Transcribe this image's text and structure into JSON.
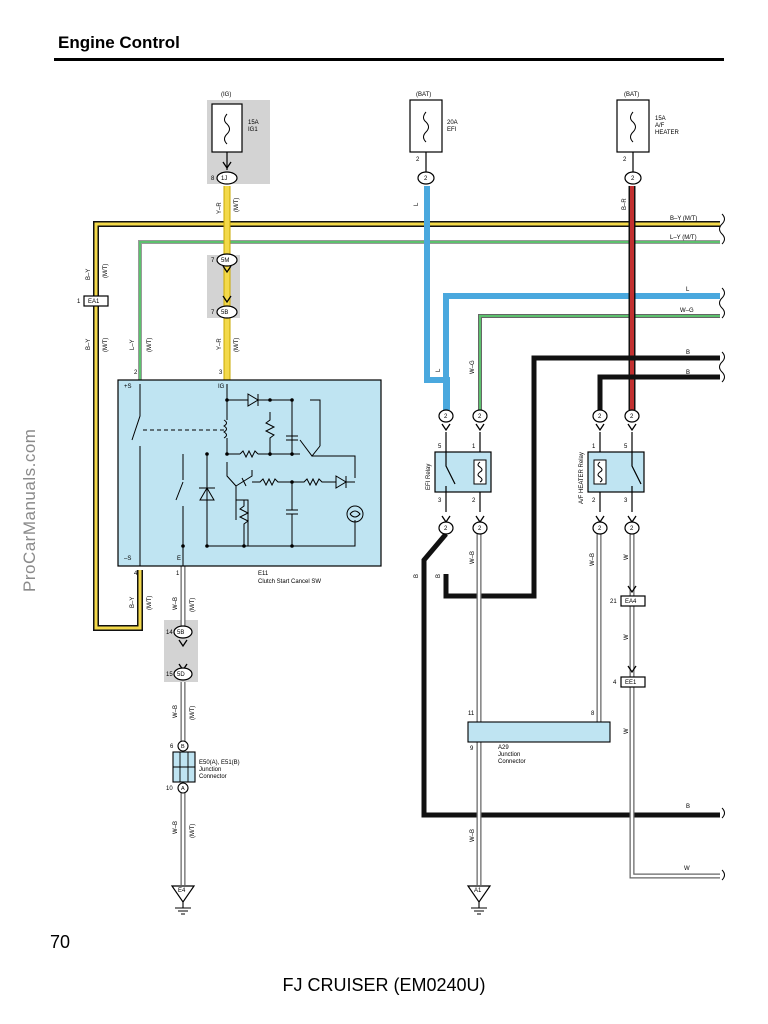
{
  "page": {
    "title": "Engine Control",
    "watermark": "ProCarManuals.com",
    "page_number": "70",
    "footer": "FJ CRUISER (EM0240U)"
  },
  "colors": {
    "B": "#111111",
    "L": "#4aa8de",
    "Y": "#f3d94a",
    "G": "#5cc16e",
    "R": "#c23030",
    "W": "#ffffff",
    "component": "#bfe4f2",
    "shade": "#d3d3d3"
  },
  "fuses": [
    {
      "source": "(IG)",
      "rating": "15A",
      "name": "IG1"
    },
    {
      "source": "(BAT)",
      "rating": "20A",
      "name": "EFI"
    },
    {
      "source": "(BAT)",
      "rating": "15A",
      "name1": "A/F",
      "name2": "HEATER"
    }
  ],
  "connectors": {
    "c1J": "1J",
    "c5M": "5M",
    "c5B": "5B",
    "cEA1": "EA1",
    "c5Bb": "5B",
    "c5D": "5D",
    "cEA4": "EA4",
    "cEE1": "EE1",
    "cA": "A",
    "cB": "B",
    "c2": "2"
  },
  "pins": {
    "p8": "8",
    "p7": "7",
    "p1": "1",
    "p2": "2",
    "p3": "3",
    "p4": "4",
    "p5": "5",
    "p6": "6",
    "p9": "9",
    "p10": "10",
    "p11": "11",
    "p14": "14",
    "p15": "15",
    "p21": "21"
  },
  "wires": {
    "BY": "B–Y",
    "BY_MT": "B–Y (M/T)",
    "LY": "L–Y",
    "LY_MT": "L–Y (M/T)",
    "YR": "Y–R",
    "WB": "W–B",
    "WG": "W–G",
    "BR": "B–R",
    "L": "L",
    "B": "B",
    "W": "W",
    "MT": "(M/T)"
  },
  "components": {
    "clutch_name": "E11",
    "clutch_desc": "Clutch Start Cancel SW",
    "clutch_pins": {
      "s_pos": "+S",
      "ig": "IG",
      "s_neg": "–S",
      "e": "E"
    },
    "efi_relay": "EFI Relay",
    "af_relay": "A/F HEATER Relay",
    "jc1_name": "E50(A), E51(B)",
    "jc1_l1": "Junction",
    "jc1_l2": "Connector",
    "jc2_name": "A29",
    "jc2_l1": "Junction",
    "jc2_l2": "Connector"
  },
  "grounds": {
    "g1": "E4",
    "g2": "A1"
  }
}
